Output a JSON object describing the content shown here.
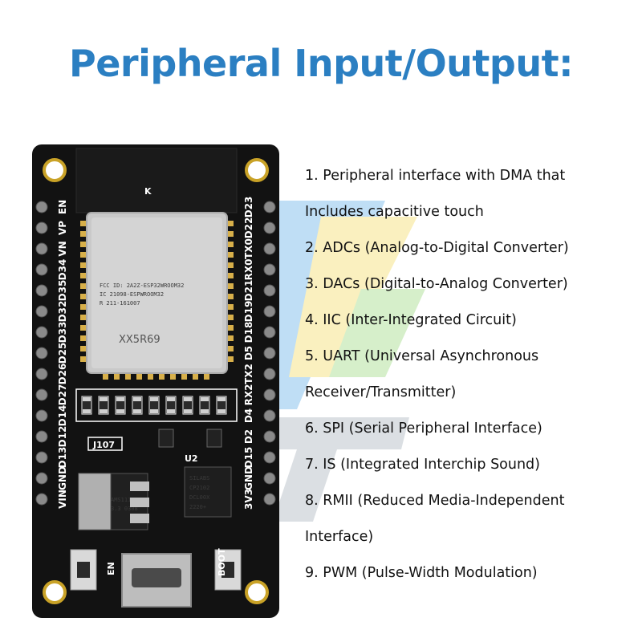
{
  "title": "Peripheral Input/Output:",
  "features": [
    "1. Peripheral interface with DMA that",
    "Includes capacitive touch",
    "2. ADCs (Analog-to-Digital Converter)",
    "3. DACs (Digital-to-Analog Converter)",
    "4. IIC (Inter-Integrated Circuit)",
    "5. UART (Universal Asynchronous",
    "Receiver/Transmitter)",
    "6. SPI (Serial Peripheral Interface)",
    "7. IS (Integrated Interchip Sound)",
    "8. RMII (Reduced Media-Independent",
    "Interface)",
    "9. PWM (Pulse-Width Modulation)"
  ],
  "board": {
    "left_pins": [
      "EN",
      "VP",
      "VN",
      "D34",
      "D35",
      "D32",
      "D33",
      "D25",
      "D26",
      "D27",
      "D14",
      "D12",
      "D13",
      "GND",
      "VIN"
    ],
    "right_pins": [
      "D23",
      "D22",
      "TX0",
      "RX0",
      "D21",
      "D19",
      "D18",
      "D5",
      "TX2",
      "RX2",
      "D4",
      "D2",
      "D15",
      "GND",
      "3V3"
    ],
    "module_text": "XX5R69",
    "module_fine_print_1": "FCC ID: 2A2Z-ESP32WROOM32",
    "module_fine_print_2": "IC 21098-ESPWROOM32",
    "module_fine_print_3": "R 211-161007",
    "antenna_mark": "K",
    "usb_chip_lines": [
      "SILABS",
      "CP2102",
      "DCL00X",
      "2220+"
    ],
    "regulator_lines": [
      "AMS1117",
      "3.3 0308"
    ],
    "j107": "J107",
    "u2": "U2",
    "en_label": "EN",
    "boot_label": "BOOT"
  },
  "colors": {
    "title": "#2b7fc2",
    "board": "#121212",
    "module_shield": "#c9c9c9",
    "pin_header": "#8a8a8a"
  }
}
